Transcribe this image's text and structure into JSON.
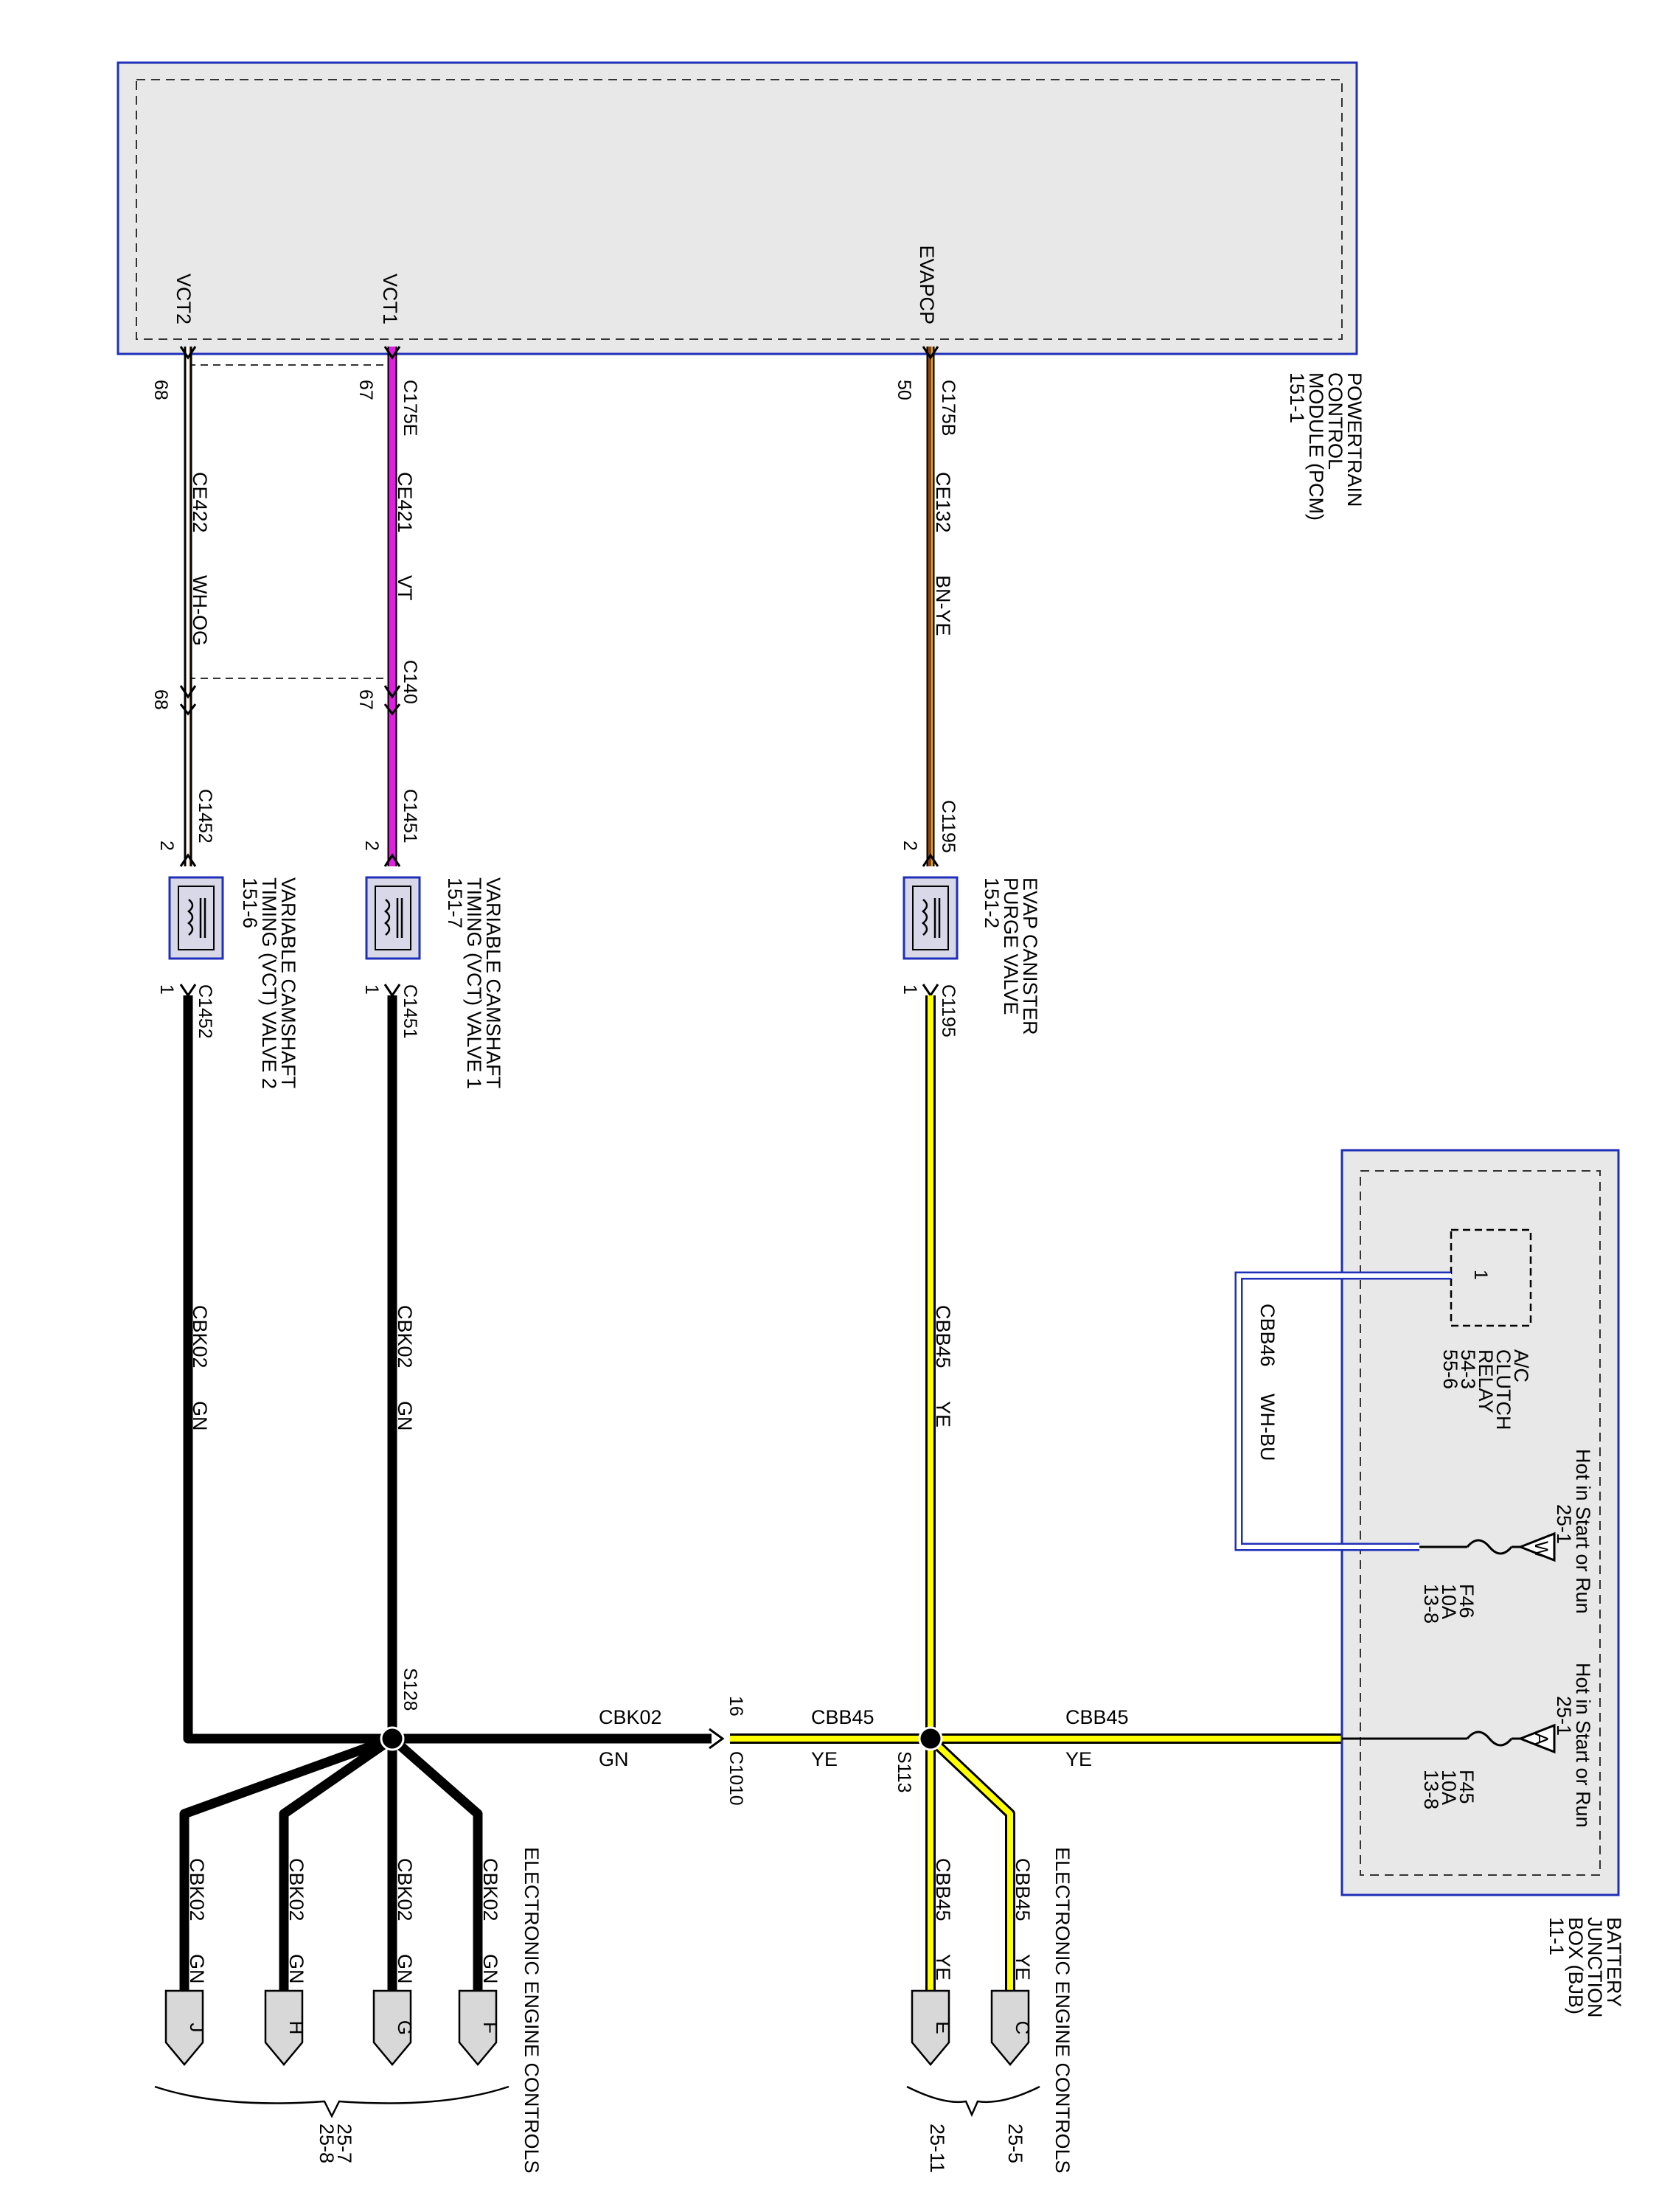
{
  "pcm": {
    "name_lines": [
      "POWERTRAIN",
      "CONTROL",
      "MODULE (PCM)",
      "151-1"
    ],
    "pins": [
      {
        "signal": "VCT2",
        "pin": "68"
      },
      {
        "signal": "VCT1",
        "pin": "67"
      },
      {
        "signal": "EVAPCP",
        "pin": "50"
      }
    ],
    "connectors": {
      "vct1": "C175E",
      "evap": "C175B"
    }
  },
  "wires": {
    "vct2": {
      "circuit": "CE422",
      "color": "WH-OG",
      "stroke": "#ffffff"
    },
    "vct1": {
      "circuit": "CE421",
      "color": "VT",
      "stroke": "#e020e0"
    },
    "evap": {
      "circuit": "CE132",
      "color": "BN-YE",
      "stroke": "#8b4513"
    },
    "gnd": {
      "circuit": "CBK02",
      "color": "GN",
      "stroke": "#000000"
    },
    "feed": {
      "circuit": "CBB45",
      "color": "YE",
      "stroke": "#ffff00"
    },
    "ac": {
      "circuit": "CBB46",
      "color": "WH-BU",
      "stroke": "#ffffff"
    }
  },
  "inline": {
    "c140": {
      "name": "C140",
      "pin_vct1": "67",
      "pin_vct2": "68"
    },
    "c1010": {
      "name": "C1010",
      "pin": "16"
    }
  },
  "valves": {
    "vct2": {
      "lines": [
        "VARIABLE CAMSHAFT",
        "TIMING (VCT) VALVE 2",
        "151-6"
      ],
      "connector": "C1452",
      "pin_in": "2",
      "pin_out": "1"
    },
    "vct1": {
      "lines": [
        "VARIABLE CAMSHAFT",
        "TIMING (VCT) VALVE 1",
        "151-7"
      ],
      "connector": "C1451",
      "pin_in": "2",
      "pin_out": "1"
    },
    "evap": {
      "lines": [
        "EVAP CANISTER",
        "PURGE VALVE",
        "151-2"
      ],
      "connector": "C1195",
      "pin_in": "2",
      "pin_out": "1"
    }
  },
  "splices": {
    "s128": "S128",
    "s113": "S113"
  },
  "bjb": {
    "name_lines": [
      "BATTERY",
      "JUNCTION",
      "BOX (BJB)",
      "11-1"
    ],
    "relay": {
      "pin": "1",
      "lines": [
        "A/C",
        "CLUTCH",
        "RELAY",
        "54-3",
        "55-6"
      ]
    },
    "f46": {
      "lines": [
        "F46",
        "10A",
        "13-8"
      ],
      "tag": "W",
      "feed_lines": [
        "Hot in Start or Run",
        "25-1"
      ]
    },
    "f45": {
      "lines": [
        "F45",
        "10A",
        "13-8"
      ],
      "tag": "A",
      "feed_lines": [
        "Hot in Start or Run",
        "25-1"
      ]
    }
  },
  "offpage": {
    "ground": {
      "title": "ELECTRONIC ENGINE CONTROLS",
      "letters": [
        "F",
        "G",
        "H",
        "J"
      ],
      "refs": [
        "25-7",
        "25-8"
      ]
    },
    "feed": {
      "title": "ELECTRONIC ENGINE CONTROLS",
      "letters": [
        "C",
        "E"
      ],
      "refs": [
        "25-5",
        "25-11"
      ]
    }
  }
}
